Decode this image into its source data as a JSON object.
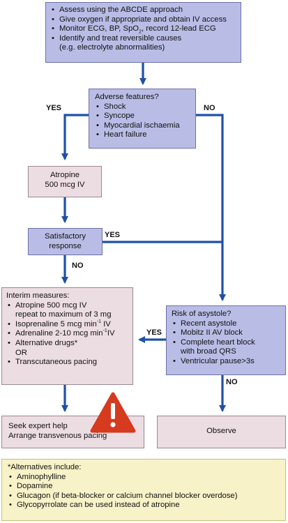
{
  "colors": {
    "blue": "#b9bde6",
    "pink": "#ecdde3",
    "yellow": "#f7f2c8",
    "arrow": "#1f50a8",
    "warning": "#d63a1f"
  },
  "assess": {
    "items": [
      "Assess using the ABCDE approach",
      "Give oxygen if appropriate and obtain IV access",
      "Monitor ECG, BP, SpO",
      "Identify and treat reversible causes",
      "(e.g. electrolyte abnormalities)"
    ],
    "spo2_sub": "2",
    "spo2_tail": ", record 12-lead ECG"
  },
  "adverse": {
    "title": "Adverse features?",
    "items": [
      "Shock",
      "Syncope",
      "Myocardial ischaemia",
      "Heart failure"
    ]
  },
  "labels": {
    "yes": "YES",
    "no": "NO"
  },
  "atropine": {
    "line1": "Atropine",
    "line2": "500 mcg IV"
  },
  "satisfactory": {
    "line1": "Satisfactory",
    "line2": "response"
  },
  "interim": {
    "title": "Interim measures:",
    "item1a": "Atropine 500 mcg IV",
    "item1b": "repeat to maximum of 3 mg",
    "item2": "Isoprenaline 5 mcg min",
    "item2_sup": "-1",
    "item2_tail": " IV",
    "item3": "Adrenaline 2-10 mcg min",
    "item3_sup": "-1",
    "item3_tail": "IV",
    "item4": "Alternative drugs*",
    "item4b": "OR",
    "item5": "Transcutaneous pacing"
  },
  "asystole": {
    "title": "Risk of asystole?",
    "items": [
      "Recent asystole",
      "Mobitz II AV block",
      "Complete heart block",
      "with broad QRS",
      "Ventricular pause>3s"
    ]
  },
  "seek": {
    "line1": "Seek expert help",
    "line2": "Arrange transvenous pacing"
  },
  "observe": {
    "label": "Observe"
  },
  "footnote": {
    "title": "*Alternatives include:",
    "items": [
      "Aminophylline",
      "Dopamine",
      "Glucagon (if beta-blocker or calcium channel blocker overdose)",
      "Glycopyrrolate can be used instead of atropine"
    ]
  }
}
